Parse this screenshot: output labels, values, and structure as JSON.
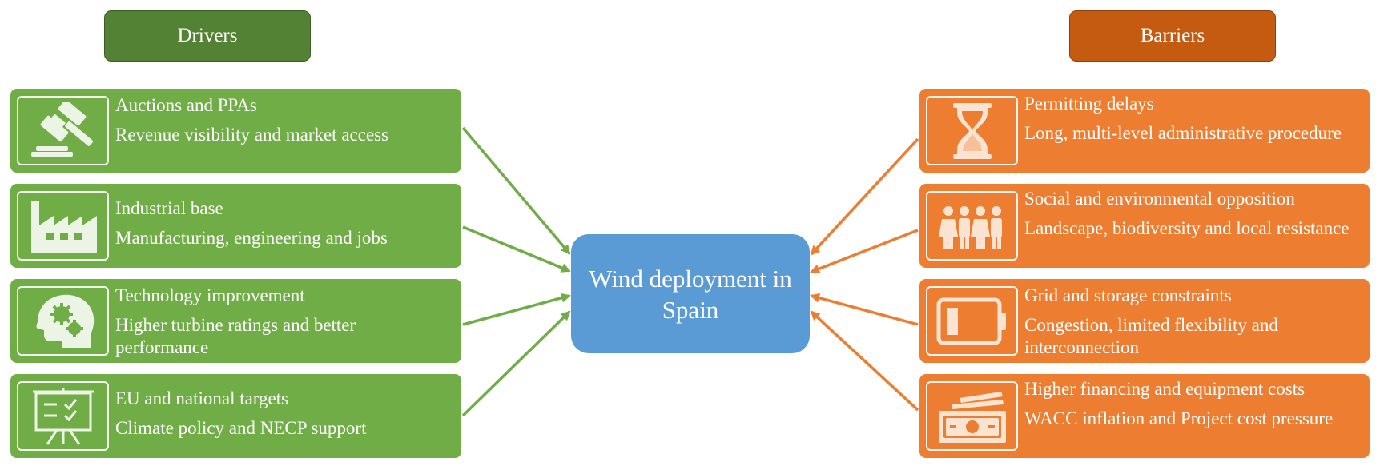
{
  "colors": {
    "drivers_header": "#548235",
    "drivers_card": "#70ad47",
    "barriers_header": "#c55a11",
    "barriers_card": "#ed7d31",
    "center": "#5b9bd5"
  },
  "drivers": {
    "header": "Drivers",
    "items": [
      {
        "icon": "gavel-icon",
        "title": "Auctions and PPAs",
        "description": "Revenue visibility and market access"
      },
      {
        "icon": "factory-icon",
        "title": "Industrial base",
        "description": "Manufacturing, engineering and jobs"
      },
      {
        "icon": "head-gears-icon",
        "title": "Technology improvement",
        "description": "Higher turbine ratings and better performance"
      },
      {
        "icon": "checklist-board-icon",
        "title": "EU and national targets",
        "description": "Climate policy and NECP support"
      }
    ]
  },
  "barriers": {
    "header": "Barriers",
    "items": [
      {
        "icon": "hourglass-icon",
        "title": "Permitting delays",
        "description": "Long, multi-level administrative procedure"
      },
      {
        "icon": "people-group-icon",
        "title": "Social and environmental opposition",
        "description": "Landscape, biodiversity and local resistance"
      },
      {
        "icon": "battery-icon",
        "title": "Grid and storage constraints",
        "description": "Congestion, limited flexibility and interconnection"
      },
      {
        "icon": "banknotes-icon",
        "title": "Higher financing and equipment costs",
        "description": "WACC inflation and Project cost pressure"
      }
    ]
  },
  "center": {
    "label": "Wind deployment in Spain"
  }
}
